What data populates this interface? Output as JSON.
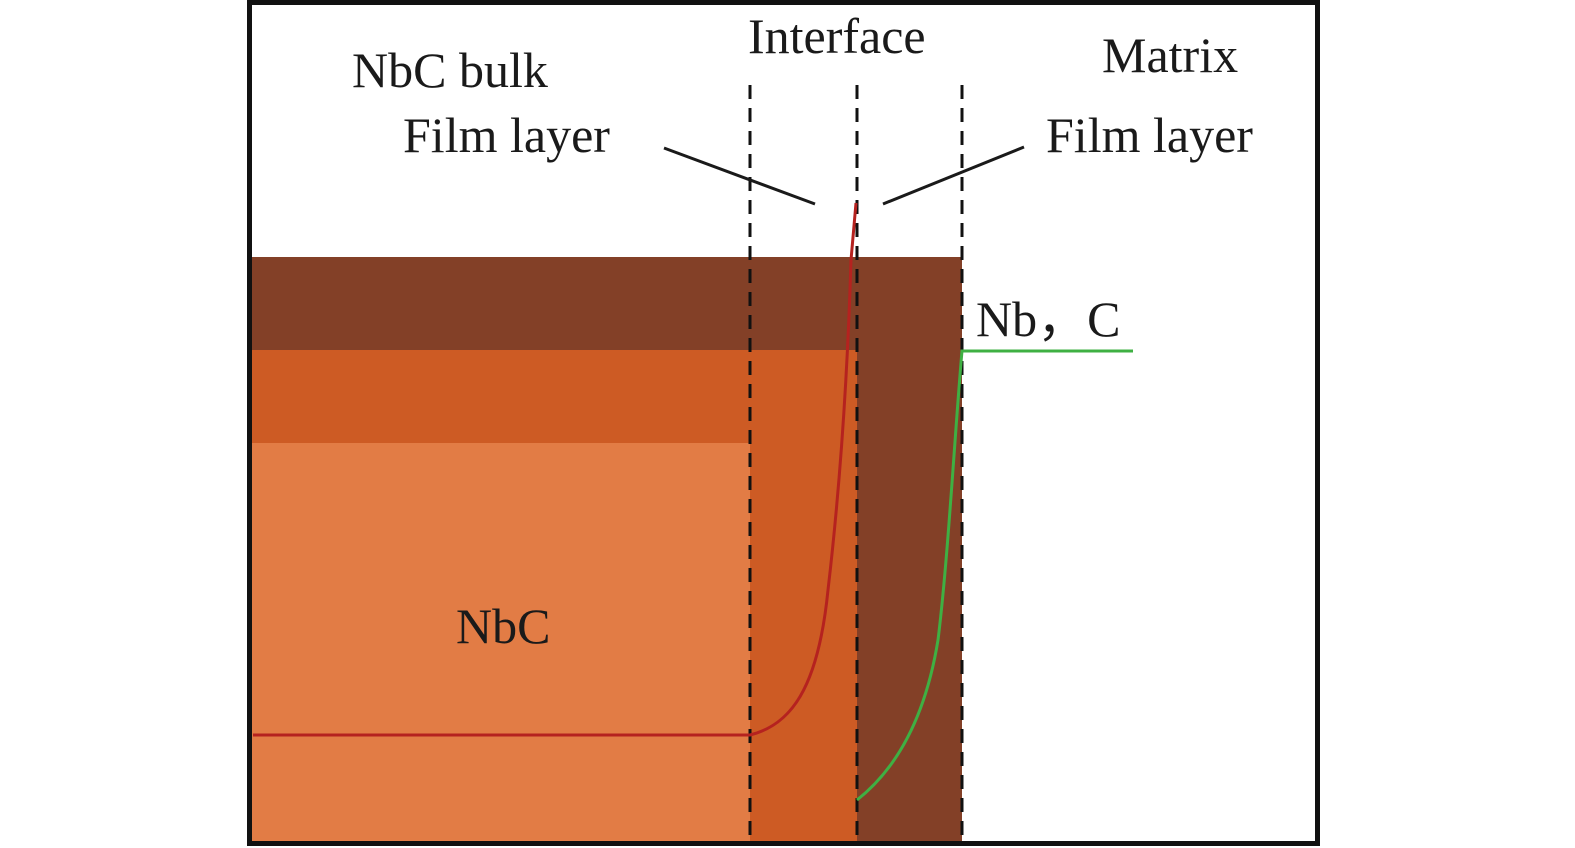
{
  "labels": {
    "nbc_bulk": "NbC bulk",
    "film_layer_left": "Film layer",
    "interface": "Interface",
    "matrix": "Matrix",
    "film_layer_right": "Film layer",
    "elements": "Nb，C",
    "nbc": "NbC"
  },
  "colors": {
    "dark_brown": "#834027",
    "mid_orange": "#cd5b24",
    "light_orange": "#e27c45",
    "red_curve": "#b5221f",
    "green_curve": "#3fb043",
    "frame": "#111111",
    "dashed": "#111111"
  }
}
